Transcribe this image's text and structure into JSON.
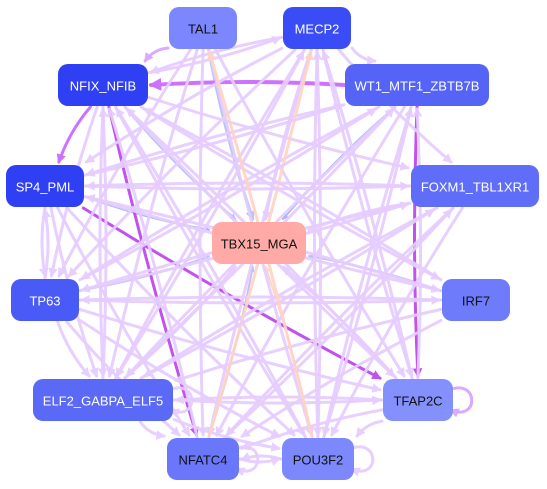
{
  "graph": {
    "center": "TBX15_MGA",
    "nodes": [
      {
        "id": "TAL1",
        "label": "TAL1",
        "color": "#7b86ff",
        "text_color": "#111111"
      },
      {
        "id": "MECP2",
        "label": "MECP2",
        "color": "#3a4cf5",
        "text_color": "#ffffff"
      },
      {
        "id": "NFIX_NFIB",
        "label": "NFIX_NFIB",
        "color": "#2f3ff4",
        "text_color": "#ffffff"
      },
      {
        "id": "WT1_MTF1_ZBTB7B",
        "label": "WT1_MTF1_ZBTB7B",
        "color": "#5564f7",
        "text_color": "#ffffff"
      },
      {
        "id": "SP4_PML",
        "label": "SP4_PML",
        "color": "#2f3ff4",
        "text_color": "#ffffff"
      },
      {
        "id": "FOXM1_TBL1XR1",
        "label": "FOXM1_TBL1XR1",
        "color": "#5f6df8",
        "text_color": "#ffffff"
      },
      {
        "id": "TBX15_MGA",
        "label": "TBX15_MGA",
        "color": "#ffaaa6",
        "text_color": "#111111"
      },
      {
        "id": "TP63",
        "label": "TP63",
        "color": "#4a5af6",
        "text_color": "#ffffff"
      },
      {
        "id": "IRF7",
        "label": "IRF7",
        "color": "#6e7bfb",
        "text_color": "#111111"
      },
      {
        "id": "TFAP2C",
        "label": "TFAP2C",
        "color": "#8490fc",
        "text_color": "#111111"
      },
      {
        "id": "ELF2_GABPA_ELF5",
        "label": "ELF2_GABPA_ELF5",
        "color": "#5b69f7",
        "text_color": "#ffffff"
      },
      {
        "id": "NFATC4",
        "label": "NFATC4",
        "color": "#6a77fa",
        "text_color": "#111111"
      },
      {
        "id": "POU3F2",
        "label": "POU3F2",
        "color": "#7c88fb",
        "text_color": "#111111"
      }
    ],
    "edges": [
      {
        "from": "TAL1",
        "to": "TBX15_MGA",
        "color": "#b3c0f4",
        "weight": 3
      },
      {
        "from": "MECP2",
        "to": "TBX15_MGA",
        "color": "#e6ccff",
        "weight": 3
      },
      {
        "from": "NFIX_NFIB",
        "to": "TBX15_MGA",
        "color": "#b3c0f4",
        "weight": 2
      },
      {
        "from": "WT1_MTF1_ZBTB7B",
        "to": "TBX15_MGA",
        "color": "#9fb2f2",
        "weight": 2
      },
      {
        "from": "SP4_PML",
        "to": "TBX15_MGA",
        "color": "#9fb2f2",
        "weight": 2
      },
      {
        "from": "FOXM1_TBL1XR1",
        "to": "TBX15_MGA",
        "color": "#e6ccff",
        "weight": 3
      },
      {
        "from": "TP63",
        "to": "TBX15_MGA",
        "color": "#b3c0f4",
        "weight": 2
      },
      {
        "from": "IRF7",
        "to": "TBX15_MGA",
        "color": "#b3c0f4",
        "weight": 2
      },
      {
        "from": "TFAP2C",
        "to": "TBX15_MGA",
        "color": "#e6ccff",
        "weight": 3
      },
      {
        "from": "ELF2_GABPA_ELF5",
        "to": "TBX15_MGA",
        "color": "#e6ccff",
        "weight": 3
      },
      {
        "from": "NFATC4",
        "to": "TBX15_MGA",
        "color": "#b3c0f4",
        "weight": 2
      },
      {
        "from": "POU3F2",
        "to": "TBX15_MGA",
        "color": "#ffd4c4",
        "weight": 2
      },
      {
        "from": "WT1_MTF1_ZBTB7B",
        "to": "NFIX_NFIB",
        "color": "#cc66ff",
        "weight": 4
      },
      {
        "from": "SP4_PML",
        "to": "TFAP2C",
        "color": "#bb44ee",
        "weight": 3
      },
      {
        "from": "NFIX_NFIB",
        "to": "NFATC4",
        "color": "#bb44ee",
        "weight": 3
      },
      {
        "from": "WT1_MTF1_ZBTB7B",
        "to": "TFAP2C",
        "color": "#bb44ee",
        "weight": 3
      },
      {
        "from": "NFIX_NFIB",
        "to": "SP4_PML",
        "color": "#cc66ff",
        "weight": 3
      },
      {
        "from": "TAL1",
        "to": "NFIX_NFIB",
        "color": "#d9a3ff",
        "weight": 3
      },
      {
        "from": "MECP2",
        "to": "NFIX_NFIB",
        "color": "#e6ccff",
        "weight": 3
      },
      {
        "from": "TAL1",
        "to": "POU3F2",
        "color": "#e6ccff",
        "weight": 3
      },
      {
        "from": "TAL1",
        "to": "NFATC4",
        "color": "#e6ccff",
        "weight": 3
      },
      {
        "from": "TAL1",
        "to": "TFAP2C",
        "color": "#e6ccff",
        "weight": 3
      },
      {
        "from": "TAL1",
        "to": "ELF2_GABPA_ELF5",
        "color": "#e6ccff",
        "weight": 3
      },
      {
        "from": "TAL1",
        "to": "TP63",
        "color": "#e6ccff",
        "weight": 3
      },
      {
        "from": "MECP2",
        "to": "SP4_PML",
        "color": "#e6ccff",
        "weight": 3
      },
      {
        "from": "MECP2",
        "to": "TP63",
        "color": "#e6ccff",
        "weight": 3
      },
      {
        "from": "MECP2",
        "to": "ELF2_GABPA_ELF5",
        "color": "#e6ccff",
        "weight": 3
      },
      {
        "from": "MECP2",
        "to": "NFATC4",
        "color": "#e6ccff",
        "weight": 3
      },
      {
        "from": "MECP2",
        "to": "POU3F2",
        "color": "#e6ccff",
        "weight": 3
      },
      {
        "from": "MECP2",
        "to": "TFAP2C",
        "color": "#e6ccff",
        "weight": 3
      },
      {
        "from": "NFIX_NFIB",
        "to": "FOXM1_TBL1XR1",
        "color": "#e6ccff",
        "weight": 3
      },
      {
        "from": "NFIX_NFIB",
        "to": "IRF7",
        "color": "#e6ccff",
        "weight": 3
      },
      {
        "from": "NFIX_NFIB",
        "to": "TFAP2C",
        "color": "#e6ccff",
        "weight": 3
      },
      {
        "from": "NFIX_NFIB",
        "to": "POU3F2",
        "color": "#e6ccff",
        "weight": 3
      },
      {
        "from": "NFIX_NFIB",
        "to": "ELF2_GABPA_ELF5",
        "color": "#e6ccff",
        "weight": 3
      },
      {
        "from": "NFIX_NFIB",
        "to": "TP63",
        "color": "#e6ccff",
        "weight": 3
      },
      {
        "from": "WT1_MTF1_ZBTB7B",
        "to": "SP4_PML",
        "color": "#e6ccff",
        "weight": 3
      },
      {
        "from": "WT1_MTF1_ZBTB7B",
        "to": "TP63",
        "color": "#e6ccff",
        "weight": 3
      },
      {
        "from": "WT1_MTF1_ZBTB7B",
        "to": "ELF2_GABPA_ELF5",
        "color": "#e6ccff",
        "weight": 3
      },
      {
        "from": "WT1_MTF1_ZBTB7B",
        "to": "NFATC4",
        "color": "#e6ccff",
        "weight": 3
      },
      {
        "from": "WT1_MTF1_ZBTB7B",
        "to": "POU3F2",
        "color": "#e6ccff",
        "weight": 3
      },
      {
        "from": "FOXM1_TBL1XR1",
        "to": "SP4_PML",
        "color": "#e6ccff",
        "weight": 3
      },
      {
        "from": "FOXM1_TBL1XR1",
        "to": "TP63",
        "color": "#e6ccff",
        "weight": 3
      },
      {
        "from": "FOXM1_TBL1XR1",
        "to": "ELF2_GABPA_ELF5",
        "color": "#e6ccff",
        "weight": 3
      },
      {
        "from": "FOXM1_TBL1XR1",
        "to": "NFATC4",
        "color": "#e6ccff",
        "weight": 3
      },
      {
        "from": "FOXM1_TBL1XR1",
        "to": "POU3F2",
        "color": "#e6ccff",
        "weight": 3
      },
      {
        "from": "IRF7",
        "to": "SP4_PML",
        "color": "#e6ccff",
        "weight": 3
      },
      {
        "from": "IRF7",
        "to": "TP63",
        "color": "#e6ccff",
        "weight": 3
      },
      {
        "from": "IRF7",
        "to": "ELF2_GABPA_ELF5",
        "color": "#e6ccff",
        "weight": 3
      },
      {
        "from": "IRF7",
        "to": "NFATC4",
        "color": "#e6ccff",
        "weight": 3
      },
      {
        "from": "SP4_PML",
        "to": "TP63",
        "color": "#e6ccff",
        "weight": 3
      },
      {
        "from": "TP63",
        "to": "SP4_PML",
        "color": "#e6ccff",
        "weight": 3
      },
      {
        "from": "SP4_PML",
        "to": "ELF2_GABPA_ELF5",
        "color": "#e6ccff",
        "weight": 3
      },
      {
        "from": "SP4_PML",
        "to": "NFATC4",
        "color": "#e6ccff",
        "weight": 3
      },
      {
        "from": "SP4_PML",
        "to": "POU3F2",
        "color": "#e6ccff",
        "weight": 3
      },
      {
        "from": "SP4_PML",
        "to": "IRF7",
        "color": "#e6ccff",
        "weight": 3
      },
      {
        "from": "TP63",
        "to": "ELF2_GABPA_ELF5",
        "color": "#e6ccff",
        "weight": 3
      },
      {
        "from": "TP63",
        "to": "NFATC4",
        "color": "#e6ccff",
        "weight": 3
      },
      {
        "from": "TP63",
        "to": "POU3F2",
        "color": "#e6ccff",
        "weight": 3
      },
      {
        "from": "TP63",
        "to": "TFAP2C",
        "color": "#e6ccff",
        "weight": 3
      },
      {
        "from": "TP63",
        "to": "IRF7",
        "color": "#e6ccff",
        "weight": 3
      },
      {
        "from": "ELF2_GABPA_ELF5",
        "to": "TFAP2C",
        "color": "#e6ccff",
        "weight": 3
      },
      {
        "from": "ELF2_GABPA_ELF5",
        "to": "NFATC4",
        "color": "#e6ccff",
        "weight": 3
      },
      {
        "from": "ELF2_GABPA_ELF5",
        "to": "POU3F2",
        "color": "#e6ccff",
        "weight": 3
      },
      {
        "from": "TFAP2C",
        "to": "ELF2_GABPA_ELF5",
        "color": "#e6ccff",
        "weight": 3
      },
      {
        "from": "TFAP2C",
        "to": "NFATC4",
        "color": "#e6ccff",
        "weight": 3
      },
      {
        "from": "TFAP2C",
        "to": "POU3F2",
        "color": "#e6ccff",
        "weight": 3
      },
      {
        "from": "TFAP2C",
        "to": "MECP2",
        "color": "#e6ccff",
        "weight": 3
      },
      {
        "from": "NFATC4",
        "to": "POU3F2",
        "color": "#e6ccff",
        "weight": 3
      },
      {
        "from": "POU3F2",
        "to": "NFATC4",
        "color": "#e6ccff",
        "weight": 3
      },
      {
        "from": "POU3F2",
        "to": "NFIX_NFIB",
        "color": "#e6ccff",
        "weight": 3
      },
      {
        "from": "POU3F2",
        "to": "WT1_MTF1_ZBTB7B",
        "color": "#e6ccff",
        "weight": 3
      },
      {
        "from": "POU3F2",
        "to": "MECP2",
        "color": "#e6ccff",
        "weight": 3
      },
      {
        "from": "NFATC4",
        "to": "NFIX_NFIB",
        "color": "#e6ccff",
        "weight": 3
      },
      {
        "from": "NFATC4",
        "to": "MECP2",
        "color": "#ffd4c4",
        "weight": 3
      },
      {
        "from": "NFATC4",
        "to": "FOXM1_TBL1XR1",
        "color": "#e6ccff",
        "weight": 3
      },
      {
        "from": "ELF2_GABPA_ELF5",
        "to": "MECP2",
        "color": "#e6ccff",
        "weight": 3
      },
      {
        "from": "ELF2_GABPA_ELF5",
        "to": "WT1_MTF1_ZBTB7B",
        "color": "#e6ccff",
        "weight": 3
      },
      {
        "from": "ELF2_GABPA_ELF5",
        "to": "FOXM1_TBL1XR1",
        "color": "#e6ccff",
        "weight": 3
      },
      {
        "from": "ELF2_GABPA_ELF5",
        "to": "NFIX_NFIB",
        "color": "#e6ccff",
        "weight": 3
      },
      {
        "from": "IRF7",
        "to": "NFIX_NFIB",
        "color": "#e6ccff",
        "weight": 3
      },
      {
        "from": "TFAP2C",
        "to": "NFIX_NFIB",
        "color": "#e6ccff",
        "weight": 3
      },
      {
        "from": "TFAP2C",
        "to": "WT1_MTF1_ZBTB7B",
        "color": "#e6ccff",
        "weight": 3
      },
      {
        "from": "TP63",
        "to": "WT1_MTF1_ZBTB7B",
        "color": "#e6ccff",
        "weight": 3
      },
      {
        "from": "TP63",
        "to": "FOXM1_TBL1XR1",
        "color": "#e6ccff",
        "weight": 3
      },
      {
        "from": "SP4_PML",
        "to": "FOXM1_TBL1XR1",
        "color": "#e6ccff",
        "weight": 3
      },
      {
        "from": "SP4_PML",
        "to": "WT1_MTF1_ZBTB7B",
        "color": "#e6ccff",
        "weight": 3
      },
      {
        "from": "NFIX_NFIB",
        "to": "MECP2",
        "color": "#e6ccff",
        "weight": 3
      },
      {
        "from": "POU3F2",
        "to": "TAL1",
        "color": "#ffd4c4",
        "weight": 3
      },
      {
        "from": "MECP2",
        "to": "WT1_MTF1_ZBTB7B",
        "color": "#e6ccff",
        "weight": 3
      },
      {
        "from": "MECP2",
        "to": "FOXM1_TBL1XR1",
        "color": "#e6ccff",
        "weight": 3
      },
      {
        "from": "TFAP2C",
        "to": "TFAP2C",
        "color": "#d9a3ff",
        "weight": 3
      },
      {
        "from": "POU3F2",
        "to": "POU3F2",
        "color": "#e6ccff",
        "weight": 3
      },
      {
        "from": "NFATC4",
        "to": "NFATC4",
        "color": "#e6ccff",
        "weight": 3
      },
      {
        "from": "ELF2_GABPA_ELF5",
        "to": "ELF2_GABPA_ELF5",
        "color": "#e6ccff",
        "weight": 3
      }
    ]
  }
}
